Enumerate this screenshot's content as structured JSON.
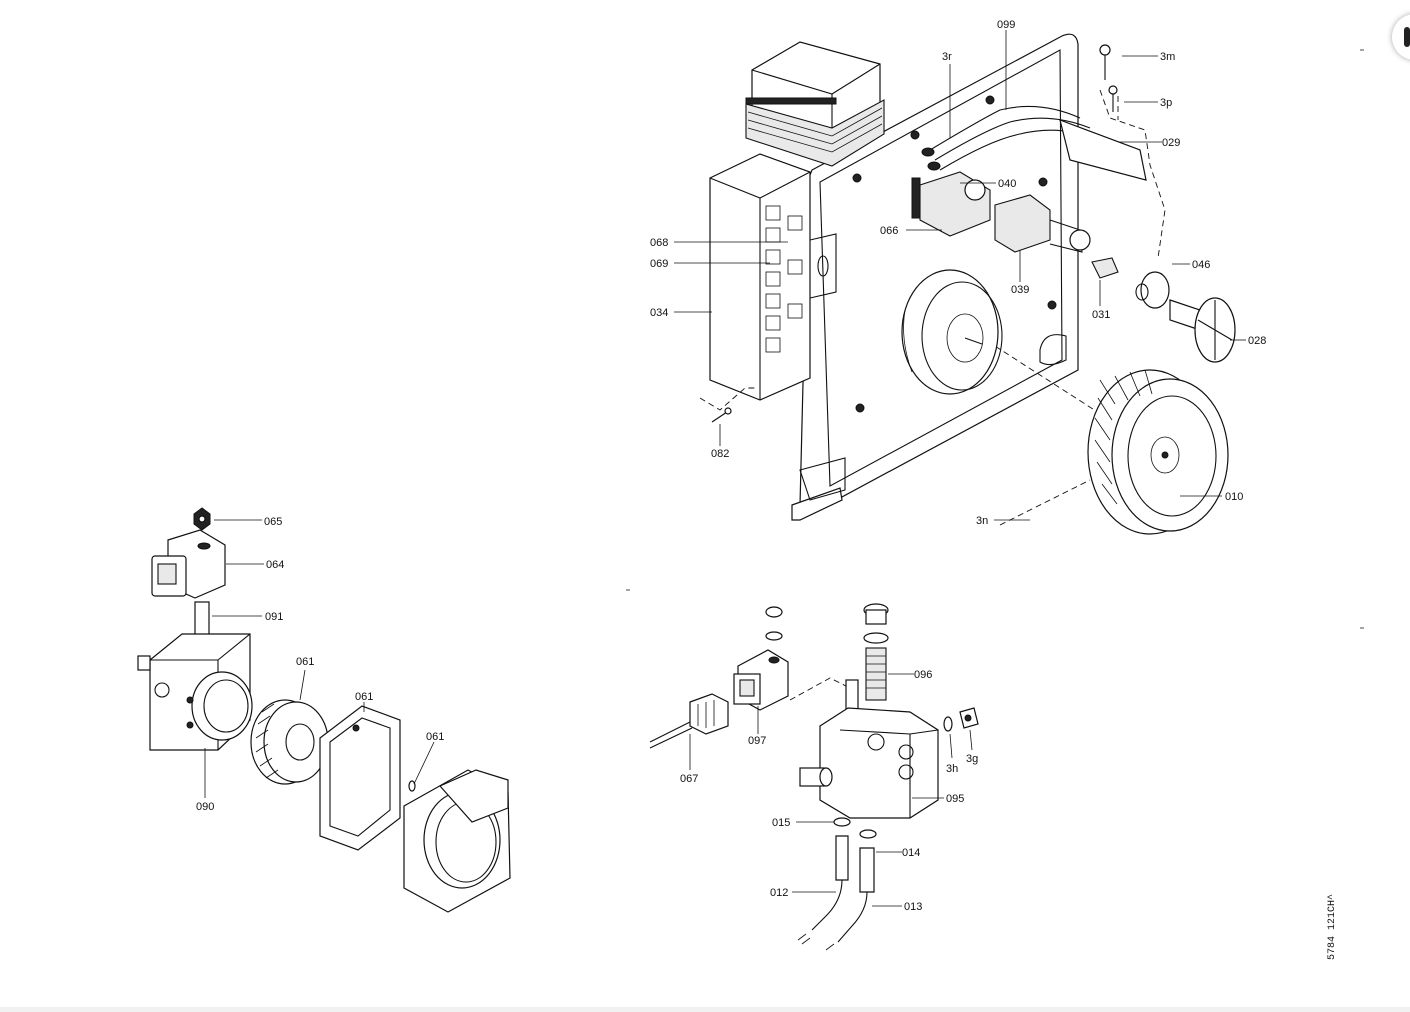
{
  "labels": {
    "l099": "099",
    "l3r": "3r",
    "l3m": "3m",
    "l3p": "3p",
    "l029": "029",
    "l040": "040",
    "l066": "066",
    "l068": "068",
    "l069": "069",
    "l034": "034",
    "l039": "039",
    "l046": "046",
    "l031": "031",
    "l028": "028",
    "l082": "082",
    "l010": "010",
    "l3n": "3n",
    "l065": "065",
    "l064": "064",
    "l091": "091",
    "l061a": "061",
    "l061b": "061",
    "l061c": "061",
    "l090": "090",
    "l096": "096",
    "l097": "097",
    "l067": "067",
    "l3h": "3h",
    "l3g": "3g",
    "l095": "095",
    "l015": "015",
    "l014": "014",
    "l012": "012",
    "l013": "013"
  },
  "drawing_code": "5784 121CH^"
}
